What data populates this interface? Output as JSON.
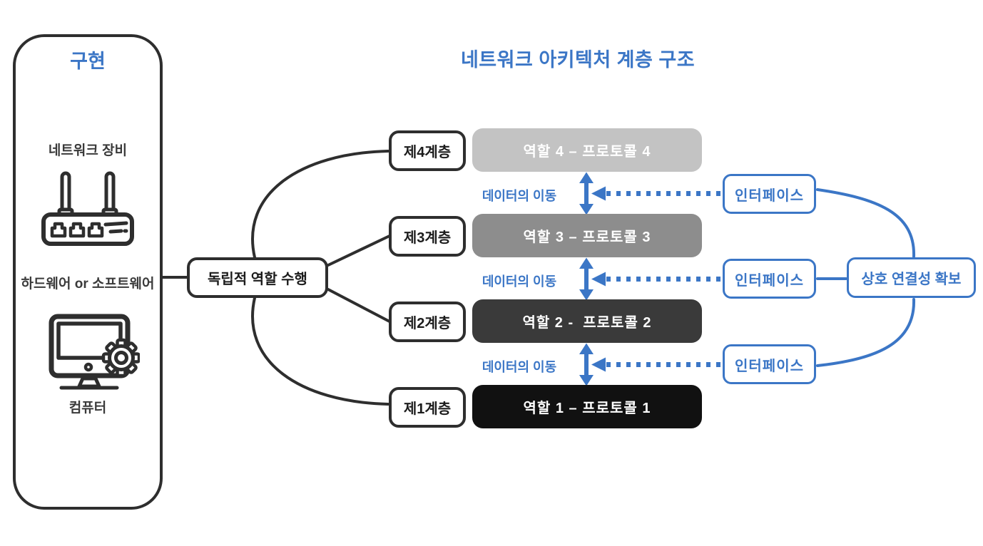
{
  "title": "네트워크 아키텍처 계층 구조",
  "implementation_panel": {
    "title": "구현",
    "network_label": "네트워크 장비",
    "hardware_label": "하드웨어 or 소프트웨어",
    "computer_label": "컴퓨터",
    "icons": [
      "router-icon",
      "computer-gear-icon"
    ]
  },
  "hub": {
    "label": "독립적 역할 수행"
  },
  "layers": [
    {
      "tier_label": "제4계층",
      "bar_label": "역할 4 – 프로토콜 4",
      "bar_color": "#c3c3c3",
      "text_color": "#ffffff"
    },
    {
      "tier_label": "제3계층",
      "bar_label": "역할 3 – 프로토콜 3",
      "bar_color": "#8d8d8d",
      "text_color": "#ffffff"
    },
    {
      "tier_label": "제2계층",
      "bar_label": "역할 2 -  프로토콜 2",
      "bar_color": "#3a3a3a",
      "text_color": "#ffffff"
    },
    {
      "tier_label": "제1계층",
      "bar_label": "역할 1 – 프로토콜 1",
      "bar_color": "#111111",
      "text_color": "#ffffff"
    }
  ],
  "data_flow": {
    "label": "데이터의 이동"
  },
  "interfaces": [
    {
      "label": "인터페이스"
    },
    {
      "label": "인터페이스"
    },
    {
      "label": "인터페이스"
    }
  ],
  "interconnect": {
    "label": "상호 연결성 확보"
  },
  "colors": {
    "accent_blue": "#3b76c6",
    "outline_dark": "#2e2e2e",
    "bar_light_gray": "#c3c3c3",
    "bar_mid_gray": "#8d8d8d",
    "bar_dark_gray": "#3a3a3a",
    "bar_black": "#111111"
  }
}
